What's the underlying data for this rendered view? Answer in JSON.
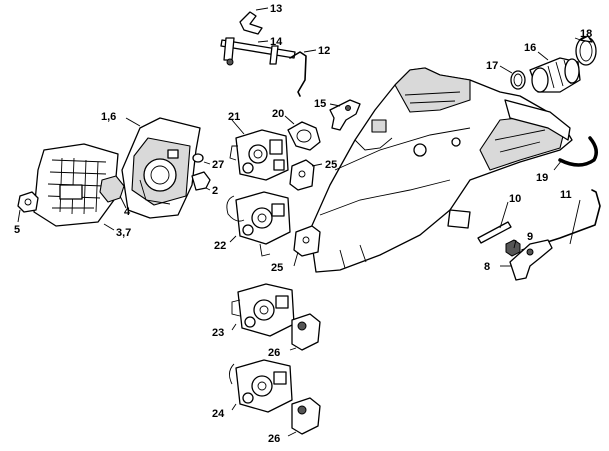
{
  "callouts": {
    "c13": "13",
    "c14": "14",
    "c12": "12",
    "c15": "15",
    "c18": "18",
    "c16": "16",
    "c17": "17",
    "c16b": "1,6",
    "c20": "20",
    "c21": "21",
    "c27": "27",
    "c25a": "25",
    "c2": "2",
    "c4": "4",
    "c5": "5",
    "c37": "3,7",
    "c19": "19",
    "c10": "10",
    "c11": "11",
    "c9": "9",
    "c8": "8",
    "c22": "22",
    "c25b": "25",
    "c23": "23",
    "c26a": "26",
    "c24": "24",
    "c26b": "26"
  }
}
